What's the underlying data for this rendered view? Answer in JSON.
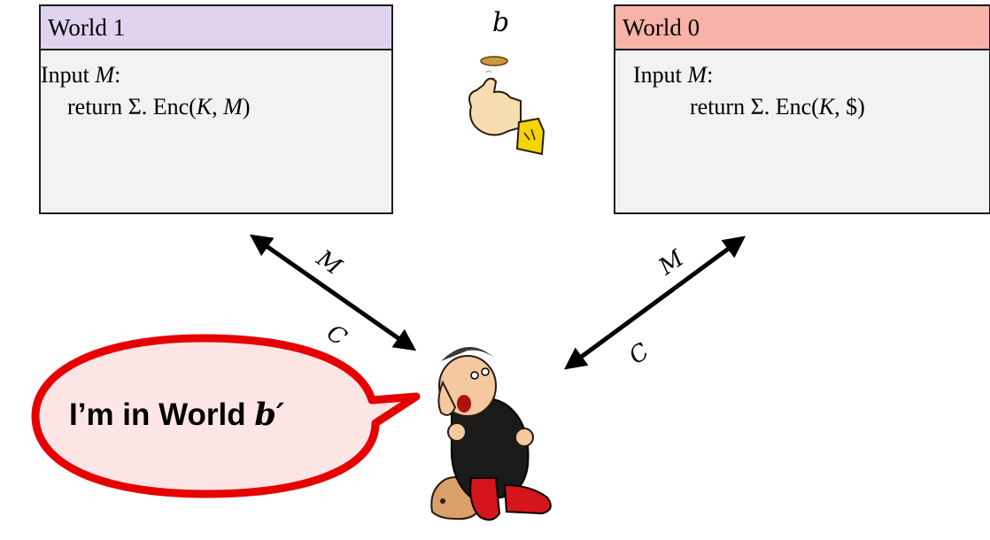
{
  "world1": {
    "title": "World 1",
    "line1_prefix": "Input ",
    "line1_var": "M",
    "line1_suffix": ":",
    "line2": "return Σ. Enc(",
    "line2_k": "K",
    "line2_sep": ", ",
    "line2_m": "M",
    "line2_end": ")"
  },
  "world0": {
    "title": "World 0",
    "line1_prefix": "Input ",
    "line1_var": "M",
    "line1_suffix": ":",
    "line2": "return Σ. Enc(",
    "line2_k": "K",
    "line2_sep": ", ",
    "line2_m": "$",
    "line2_end": ")"
  },
  "coin": {
    "label": "b"
  },
  "arrows": {
    "left_top_label": "M",
    "left_bottom_label": "C",
    "right_top_label": "M",
    "right_bottom_label": "C"
  },
  "bubble": {
    "text": "I’m in World ",
    "var": "b′"
  },
  "colors": {
    "world1_header": "#e0d2f0",
    "world0_header": "#f8b3a8",
    "bubble_fill": "#fde5e5",
    "bubble_stroke": "#e60000"
  }
}
